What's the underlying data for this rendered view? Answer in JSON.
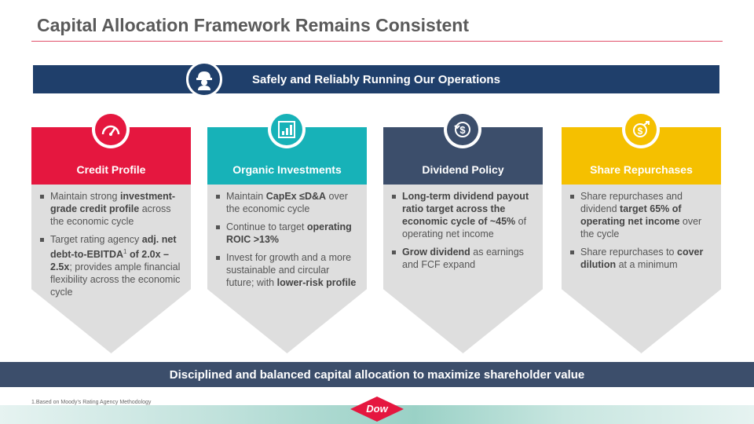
{
  "title": "Capital Allocation Framework Remains Consistent",
  "banner": {
    "text": "Safely and Reliably Running Our Operations",
    "icon": "hard-hat-worker-icon"
  },
  "colors": {
    "red": "#e5173f",
    "teal": "#17b2b8",
    "navy": "#3c4e6b",
    "yellow": "#f5c000",
    "banner": "#1f3f6b"
  },
  "columns": [
    {
      "heading": "Credit Profile",
      "icon": "gauge-icon",
      "bullets": [
        {
          "parts": [
            {
              "t": "Maintain strong "
            },
            {
              "t": "investment-grade credit profile",
              "b": true
            },
            {
              "t": " across the economic cycle"
            }
          ]
        },
        {
          "parts": [
            {
              "t": "Target rating agency "
            },
            {
              "t": "adj. net debt-to-EBITDA",
              "b": true
            },
            {
              "t": "1",
              "sup": true,
              "b": true
            },
            {
              "t": " of 2.0x – 2.5x",
              "b": true
            },
            {
              "t": "; provides ample financial flexibility across the economic cycle"
            }
          ]
        }
      ]
    },
    {
      "heading": "Organic Investments",
      "icon": "bar-chart-icon",
      "bullets": [
        {
          "parts": [
            {
              "t": "Maintain "
            },
            {
              "t": "CapEx ≤D&A",
              "b": true
            },
            {
              "t": " over the economic cycle"
            }
          ]
        },
        {
          "parts": [
            {
              "t": "Continue to target "
            },
            {
              "t": "operating ROIC >13%",
              "b": true
            }
          ]
        },
        {
          "parts": [
            {
              "t": "Invest for growth and a more sustainable and circular future; with "
            },
            {
              "t": "lower-risk profile",
              "b": true
            }
          ]
        }
      ]
    },
    {
      "heading": "Dividend Policy",
      "icon": "dollar-cycle-icon",
      "bullets": [
        {
          "parts": [
            {
              "t": "Long-term dividend payout ratio target across the economic cycle of ~45%",
              "b": true
            },
            {
              "t": " of operating net income"
            }
          ]
        },
        {
          "parts": [
            {
              "t": "Grow dividend",
              "b": true
            },
            {
              "t": " as earnings and FCF expand"
            }
          ]
        }
      ]
    },
    {
      "heading": "Share Repurchases",
      "icon": "dollar-arrow-icon",
      "bullets": [
        {
          "parts": [
            {
              "t": "Share repurchases and dividend "
            },
            {
              "t": "target 65% of operating net income",
              "b": true
            },
            {
              "t": " over the cycle"
            }
          ]
        },
        {
          "parts": [
            {
              "t": "Share repurchases to "
            },
            {
              "t": "cover dilution",
              "b": true
            },
            {
              "t": " at a minimum"
            }
          ]
        }
      ]
    }
  ],
  "bottom_bar": "Disciplined and balanced capital allocation to maximize shareholder value",
  "footnote": "1.Based on Moody’s Rating Agency Methodology",
  "logo": "Dow"
}
